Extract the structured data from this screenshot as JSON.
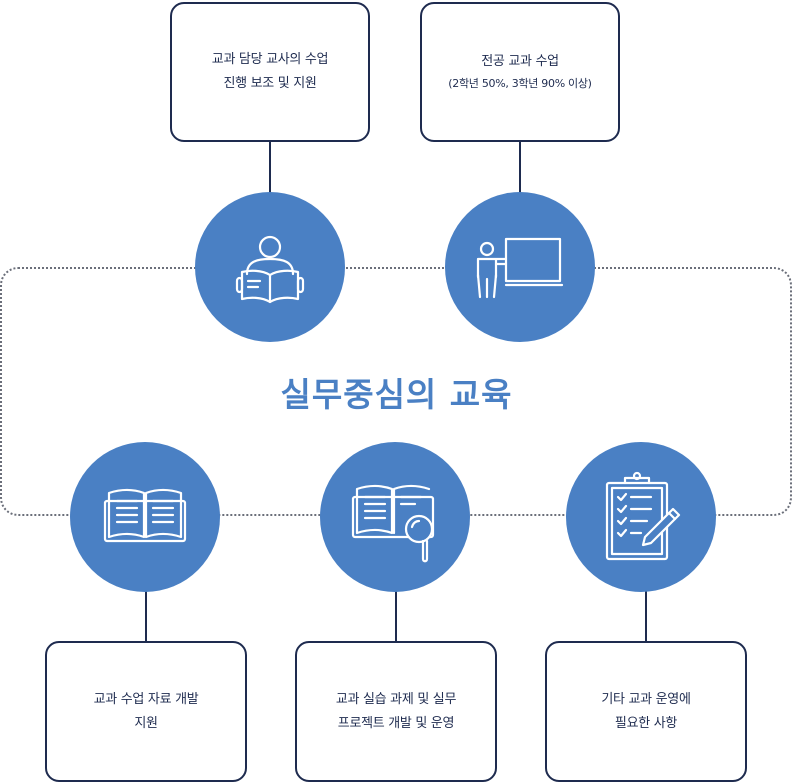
{
  "title": "실무중심의 교육",
  "boxes": {
    "top_left": {
      "line1": "교과 담당 교사의 수업",
      "line2": "진행 보조 및 지원"
    },
    "top_right": {
      "line1": "전공 교과 수업",
      "line2": "(2학년 50%, 3학년 90% 이상)"
    },
    "bottom_left": {
      "line1": "교과 수업 자료 개발",
      "line2": "지원"
    },
    "bottom_mid": {
      "line1": "교과 실습 과제 및 실무",
      "line2": "프로젝트 개발 및 운영"
    },
    "bottom_right": {
      "line1": "기타 교과 운영에",
      "line2": "필요한 사항"
    }
  },
  "icons": {
    "top_left": "person-reading-book-icon",
    "top_right": "teacher-at-board-icon",
    "bottom_left": "open-book-icon",
    "bottom_mid": "book-magnifier-icon",
    "bottom_right": "clipboard-checklist-icon"
  },
  "colors": {
    "circle": "#4a80c4",
    "title": "#4a80c4",
    "border": "#1e2b4f",
    "frame": "#6b6f7a"
  }
}
